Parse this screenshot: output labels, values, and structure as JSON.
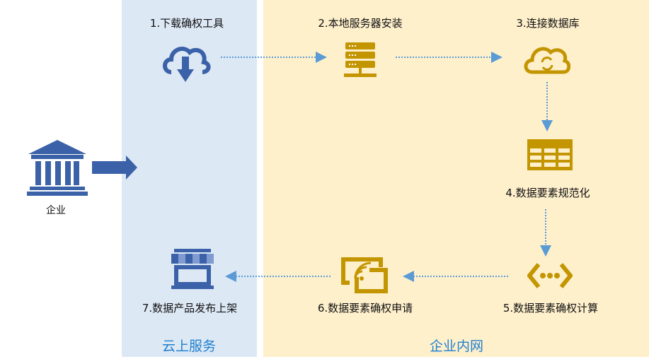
{
  "enterprise_label": "企业",
  "zones": {
    "cloud": "云上服务",
    "intranet": "企业内网"
  },
  "steps": [
    {
      "label": "1.下载确权工具",
      "icon": "cloud-download-icon"
    },
    {
      "label": "2.本地服务器安装",
      "icon": "server-icon"
    },
    {
      "label": "3.连接数据库",
      "icon": "cloud-sync-icon"
    },
    {
      "label": "4.数据要素规范化",
      "icon": "table-icon"
    },
    {
      "label": "5.数据要素确权计算",
      "icon": "code-icon"
    },
    {
      "label": "6.数据要素确权申请",
      "icon": "cast-icon"
    },
    {
      "label": "7.数据产品发布上架",
      "icon": "store-icon"
    }
  ],
  "colors": {
    "blue_panel": "#dde8f5",
    "yellow_panel": "#fff0cc",
    "gold": "#c39500",
    "blue_icon": "#3b62a8",
    "arrow": "#5b9bd5",
    "zone_text": "#1e7fd0"
  }
}
